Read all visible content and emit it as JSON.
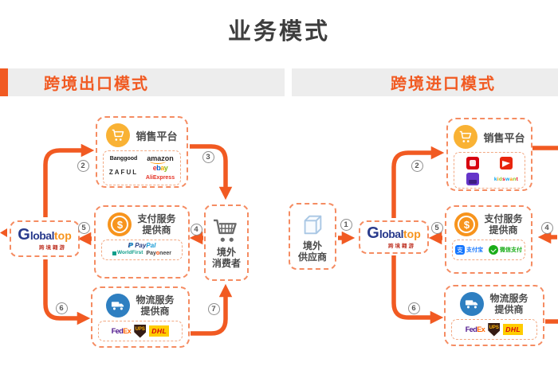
{
  "title": "业务模式",
  "sections": {
    "export": {
      "header": "跨境出口模式"
    },
    "import": {
      "header": "跨境进口模式"
    }
  },
  "nodes": {
    "globaltop": {
      "g": "G",
      "lobal": "lobal",
      "top": "top",
      "subtitle": "跨境翱游"
    },
    "sales_platform": {
      "label": "销售平台"
    },
    "payment_provider": {
      "line1": "支付服务",
      "line2": "提供商",
      "dollar_sign": "$"
    },
    "logistics_provider": {
      "line1": "物流服务",
      "line2": "提供商"
    },
    "overseas_consumer": {
      "line1": "境外",
      "line2": "消费者"
    },
    "overseas_supplier": {
      "line1": "境外",
      "line2": "供应商"
    }
  },
  "steps": {
    "export": {
      "step2": "2",
      "step3": "3",
      "step4": "4",
      "step5": "5",
      "step6": "6",
      "step7": "7"
    },
    "import": {
      "step1": "1",
      "step2": "2",
      "step4": "4",
      "step5": "5",
      "step6": "6"
    }
  },
  "logos": {
    "banggood": "Banggood",
    "zaful": "ZAFUL",
    "amazon": "amazon",
    "ebay": {
      "l1": "e",
      "l2": "b",
      "l3": "a",
      "l4": "y"
    },
    "aliexpress": "AliExpress",
    "paypal": {
      "p1": "P",
      "p2": "P",
      "pay": "Pay",
      "pal": "Pal"
    },
    "worldfirst": "WorldFirst",
    "payoneer": {
      "pay": "Pay",
      "o": "o",
      "neer": "neer"
    },
    "fedex": {
      "fed": "Fed",
      "ex": "Ex"
    },
    "ups": "UPS",
    "dhl": "DHL",
    "alipay": {
      "glyph": "支",
      "text": "支付宝"
    },
    "wechat_pay": {
      "text": "微信支付"
    },
    "kidswant": {
      "l1": "k",
      "l2": "i",
      "l3": "d",
      "l4": "s",
      "l5": "w",
      "l6": "a",
      "l7": "n",
      "l8": "t"
    }
  },
  "colors": {
    "accent_orange": "#f15a22",
    "header_gray": "#ededed",
    "amber_icon": "#f9b234",
    "coin_orange": "#f7941d",
    "truck_blue": "#2e7fc1",
    "brand_navy": "#283a8c"
  }
}
